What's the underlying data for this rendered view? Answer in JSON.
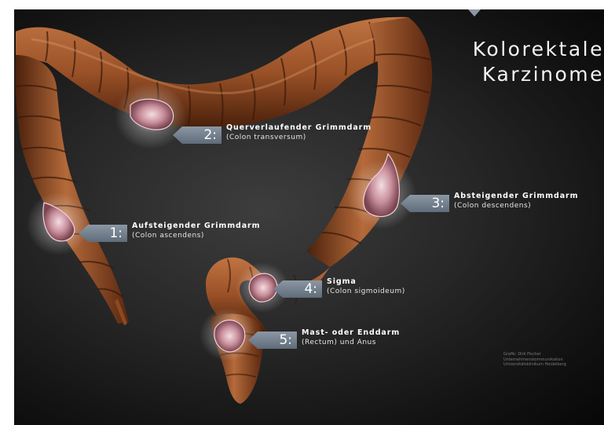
{
  "title": {
    "line1": "Kolorektale",
    "line2": "Karzinome"
  },
  "callouts": [
    {
      "number": "1:",
      "name": "Aufsteigender Grimmdarm",
      "latin": "(Colon ascendens)"
    },
    {
      "number": "2:",
      "name": "Querverlaufender Grimmdarm",
      "latin": "(Colon transversum)"
    },
    {
      "number": "3:",
      "name": "Absteigender Grimmdarm",
      "latin": "(Colon descendens)"
    },
    {
      "number": "4:",
      "name": "Sigma",
      "latin": "(Colon sigmoideum)"
    },
    {
      "number": "5:",
      "name": "Mast- oder Enddarm",
      "latin": "(Rectum) und Anus"
    }
  ],
  "credit": {
    "line1": "Grafik: Dirk Fischer",
    "line2": "Unternehmenskommunikation",
    "line3": "Universitätsklinikum Heidelberg"
  },
  "colors": {
    "background": "#1c1c1c",
    "intestine": "#a65a2c",
    "intestine_shadow": "#4a200b",
    "tumor": "#d9b5bd",
    "callout_tag": "#7a8694",
    "title_text": "#f2f2f2"
  }
}
